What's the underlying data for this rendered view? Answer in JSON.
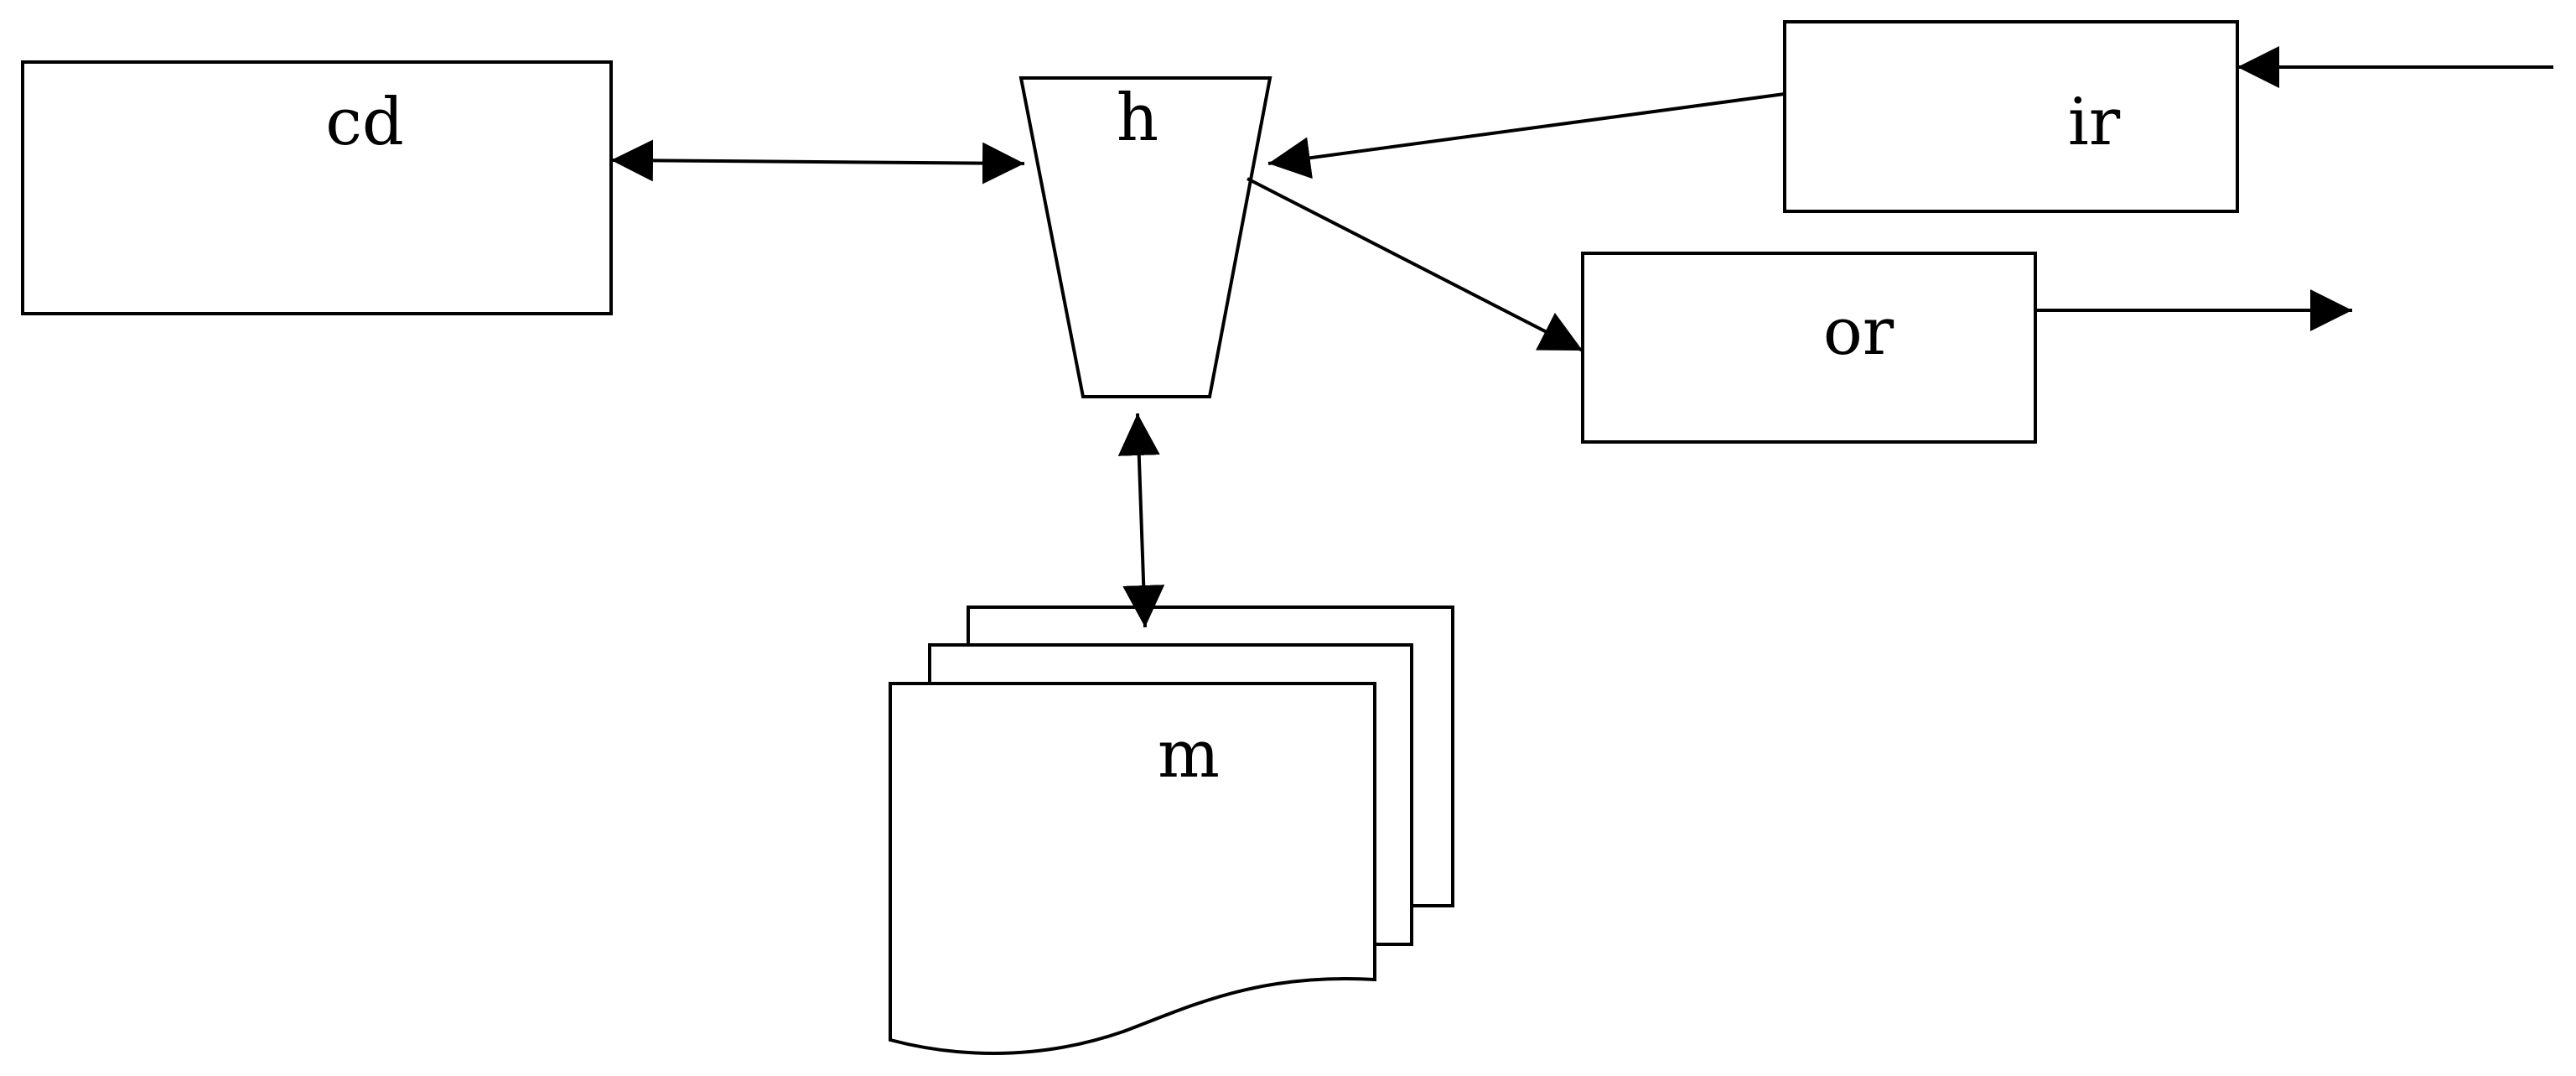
{
  "nodes": {
    "cd": "cd",
    "h": "h",
    "ir": "ir",
    "or": "or",
    "m": "m"
  },
  "colors": {
    "stroke": "#000000",
    "fill": "#ffffff",
    "text": "#000000"
  }
}
